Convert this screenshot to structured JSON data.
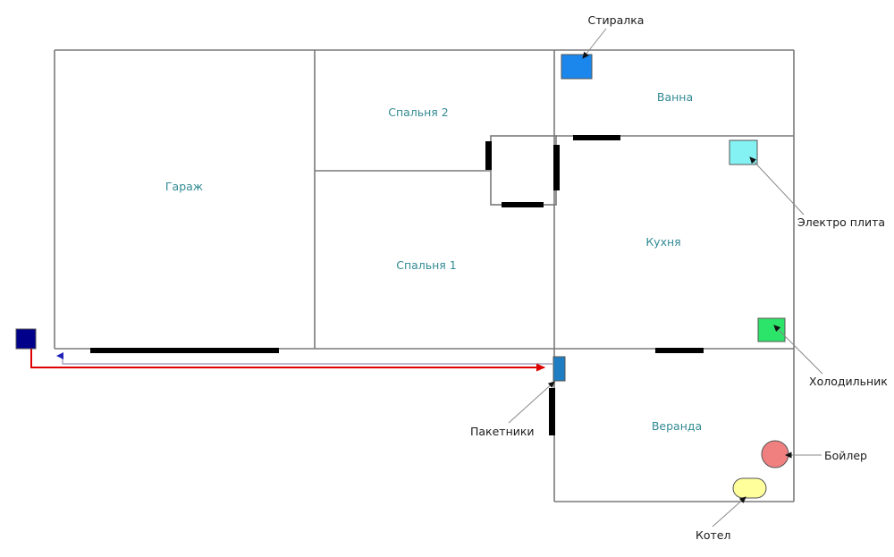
{
  "rooms": {
    "garage": {
      "label": "Гараж"
    },
    "bedroom2": {
      "label": "Спальня 2"
    },
    "bedroom1": {
      "label": "Спальня 1"
    },
    "bath": {
      "label": "Ванна"
    },
    "kitchen": {
      "label": "Кухня"
    },
    "veranda": {
      "label": "Веранда"
    }
  },
  "appliances": {
    "washer": {
      "label": "Стиралка",
      "color": "#1b86ec"
    },
    "stove": {
      "label": "Электро плита",
      "color": "#84f2f2"
    },
    "fridge": {
      "label": "Холодильник",
      "color": "#2de46a"
    },
    "boiler": {
      "label": "Бойлер",
      "color": "#f08080"
    },
    "kotel": {
      "label": "Котел",
      "color": "#ffff9c"
    },
    "breakers": {
      "label": "Пакетники",
      "color": "#1f7ec2"
    },
    "supply": {
      "color": "#00008b"
    }
  },
  "colors": {
    "wall": "#7a7a7a",
    "door": "#000000",
    "room_label": "#338b94",
    "annotation_text": "#1a1a1a",
    "leader_line": "#8a8a8a",
    "arrowhead": "#111111",
    "power_line": "#dd0000",
    "garage_feed_line": "#9494b4",
    "garage_feed_arrow": "#2222bb",
    "marker_border": "#555555",
    "background": "#ffffff"
  }
}
